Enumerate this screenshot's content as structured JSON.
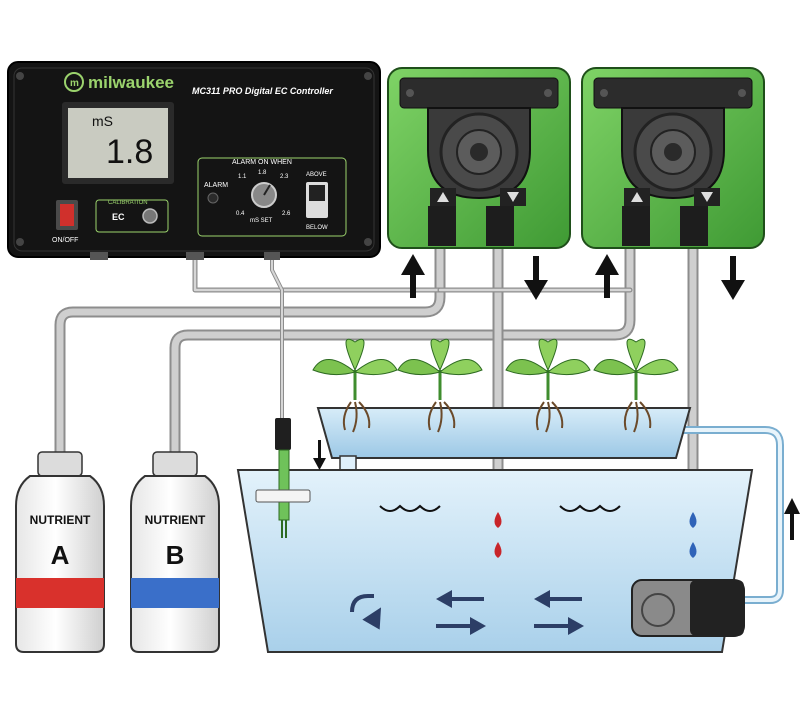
{
  "controller": {
    "brand": "milwaukee",
    "model": "MC311 PRO Digital EC Controller",
    "unit": "mS",
    "reading": "1.8",
    "power_label": "ON/OFF",
    "calibration_label": "CALIBRATION",
    "calibration_mode": "EC",
    "alarm_title": "ALARM ON WHEN",
    "alarm_label": "ALARM",
    "dial_label": "mS SET",
    "dial_ticks": [
      "1.1",
      "1.8",
      "2.3",
      "0.4",
      "2.6"
    ],
    "above_label": "ABOVE",
    "below_label": "BELOW"
  },
  "bottles": [
    {
      "label": "NUTRIENT",
      "letter": "A",
      "band_color": "#d9312c"
    },
    {
      "label": "NUTRIENT",
      "letter": "B",
      "band_color": "#3a6fc9"
    }
  ],
  "colors": {
    "pump_green": "#5fc24a",
    "pump_dark": "#2f7d2a",
    "water": "#cde6f5",
    "tube": "#b8b8b8",
    "controller_body": "#141414"
  },
  "icons": [
    "flow-arrow-up",
    "flow-arrow-down",
    "water-drop",
    "wave",
    "circulation-arrow",
    "plant",
    "submersible-pump",
    "ec-probe"
  ]
}
